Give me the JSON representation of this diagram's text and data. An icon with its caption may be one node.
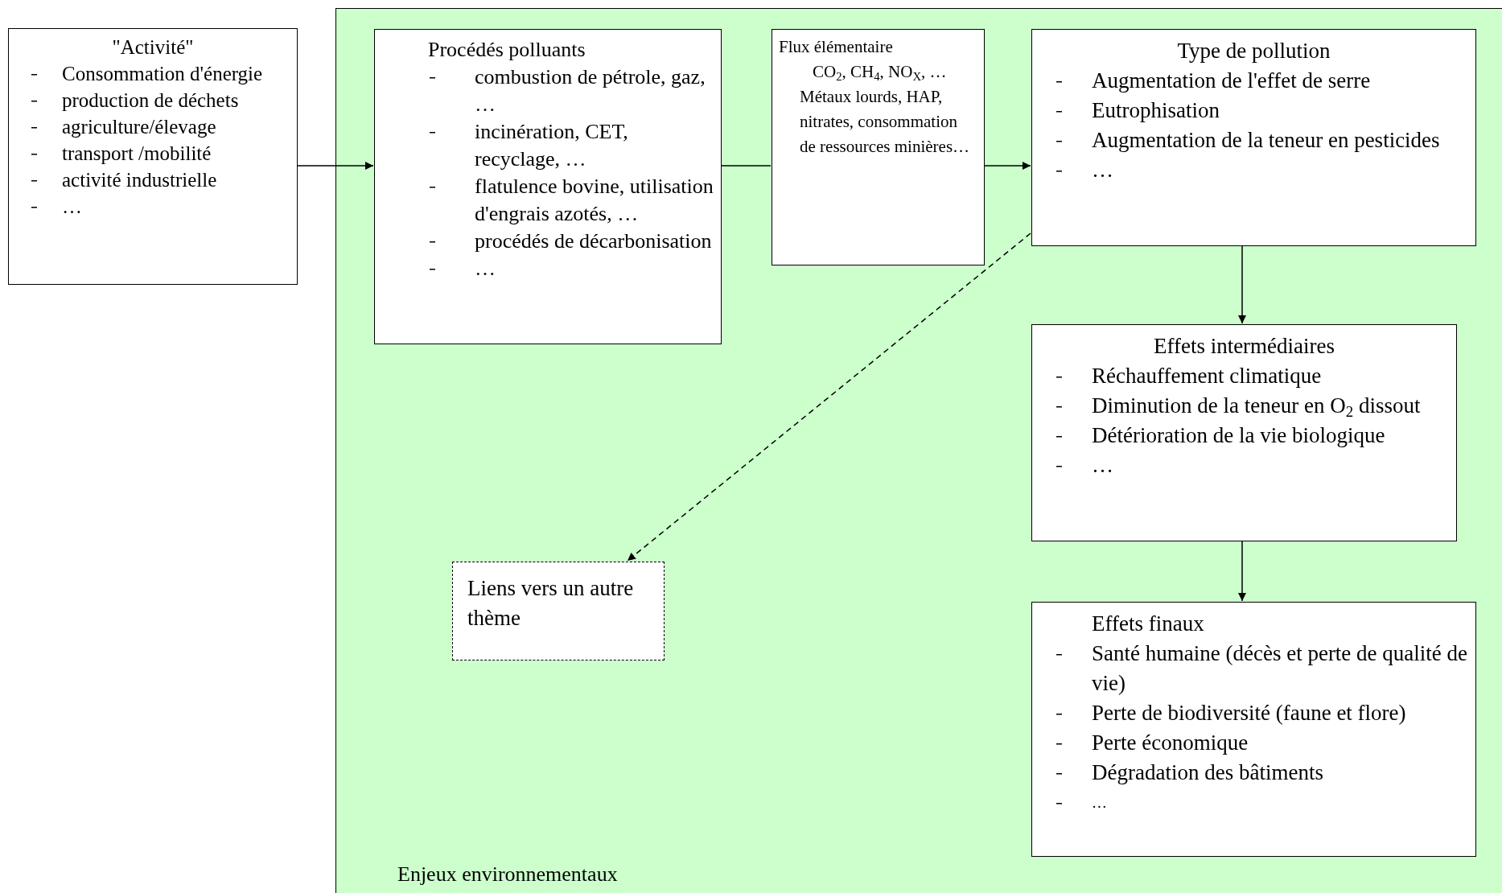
{
  "diagram": {
    "nodes": [
      {
        "text": [
          "\"Activité\"",
          "Consommation d'énergie",
          "production de déchets",
          "agriculture/élevage",
          "transport /mobilité",
          "activité industrielle",
          "…"
        ]
      },
      {
        "text": [
          "Enjeux environnementaux"
        ]
      },
      {
        "text": [
          "Procédés polluants",
          "combustion de pétrole, gaz, …",
          "incinération, CET, recyclage, …",
          "flatulence bovine, utilisation d'engrais azotés, …",
          "procédés de décarbonisation",
          "…"
        ],
        "in": 1
      },
      {
        "text": [
          "Flux élémentaire",
          "CO$_{2}$, CH$_{4}$, NO$_{X}$, …",
          "Métaux lourds, HAP, nitrates, consommation de ressources minières…"
        ],
        "in": 1
      },
      {
        "text": [
          "Type de pollution",
          "Augmentation de l'effet de serre",
          "Eutrophisation",
          "Augmentation de la teneur en pesticides",
          "…"
        ],
        "in": 1
      },
      {
        "text": [
          "Effets intermédiaires",
          "Réchauffement climatique",
          "Diminution de la teneur en O$_{2}$ dissout",
          "Détérioration de la vie biologique",
          "…"
        ],
        "in": 1
      },
      {
        "text": [
          "Effets finaux",
          "Santé humaine (décès et perte de qualité de vie)",
          "Perte de biodiversité (faune et flore)",
          "Perte économique",
          "Dégradation des bâtiments",
          "…"
        ],
        "in": 1
      },
      {
        "text": [
          "Liens vers un autre thème"
        ],
        "in": 1
      }
    ],
    "edges": [
      {
        "from": 0,
        "to": 2,
        "arrow": "to"
      },
      {
        "from": 2,
        "to": 3,
        "arrow": "none"
      },
      {
        "from": 3,
        "to": 4,
        "arrow": "to"
      },
      {
        "from": 4,
        "to": 7,
        "arrow": "to",
        "style": "dashed"
      },
      {
        "from": 4,
        "to": 5,
        "arrow": "to"
      },
      {
        "from": 5,
        "to": 6,
        "arrow": "to"
      }
    ]
  }
}
